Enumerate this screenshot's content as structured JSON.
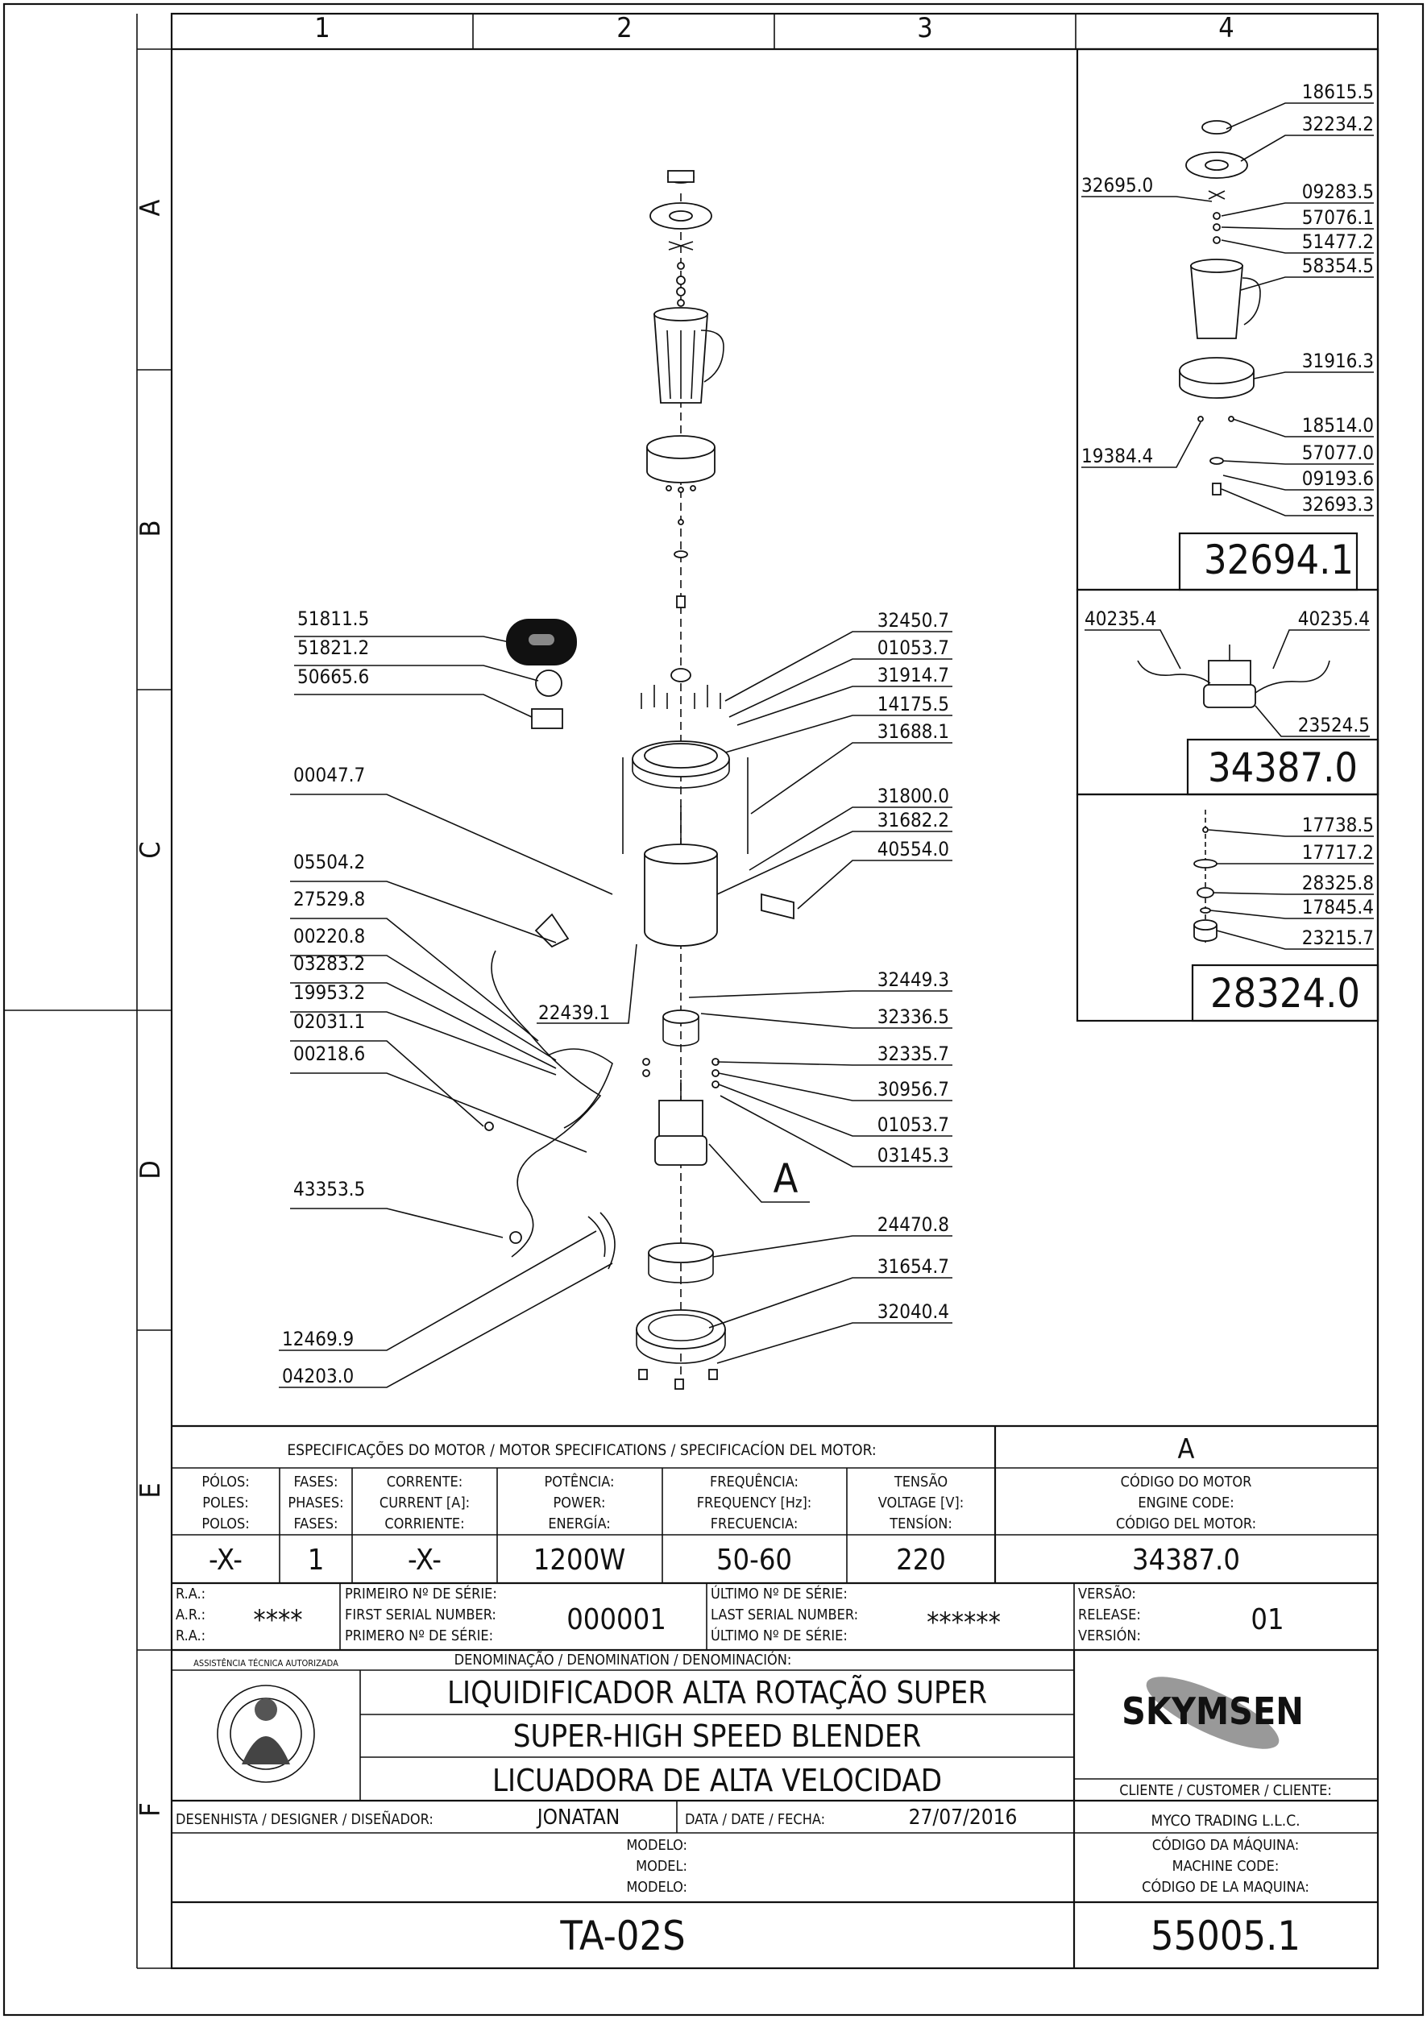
{
  "grid": {
    "columns": [
      "1",
      "2",
      "3",
      "4"
    ],
    "rows": [
      "A",
      "B",
      "C",
      "D",
      "E",
      "F"
    ]
  },
  "callouts_main": {
    "left": [
      "51811.5",
      "51821.2",
      "50665.6",
      "00047.7",
      "05504.2",
      "27529.8",
      "00220.8",
      "03283.2",
      "19953.2",
      "02031.1",
      "00218.6",
      "43353.5",
      "12469.9",
      "04203.0",
      "22439.1"
    ],
    "right": [
      "32450.7",
      "01053.7",
      "31914.7",
      "14175.5",
      "31688.1",
      "31800.0",
      "31682.2",
      "40554.0",
      "32449.3",
      "32336.5",
      "32335.7",
      "30956.7",
      "01053.7",
      "03145.3",
      "24470.8",
      "31654.7",
      "32040.4"
    ],
    "detail_letter": "A"
  },
  "detail_cup": {
    "callouts": [
      "18615.5",
      "32234.2",
      "32695.0",
      "09283.5",
      "57076.1",
      "51477.2",
      "58354.5",
      "31916.3",
      "18514.0",
      "19384.4",
      "57077.0",
      "09193.6",
      "32693.3"
    ],
    "code": "32694.1"
  },
  "detail_motor": {
    "callouts": [
      "40235.4",
      "40235.4",
      "23524.5"
    ],
    "code": "34387.0"
  },
  "detail_coupling": {
    "callouts": [
      "17738.5",
      "17717.2",
      "28325.8",
      "17845.4",
      "23215.7"
    ],
    "code": "28324.0"
  },
  "motor_spec": {
    "header": "ESPECIFICAÇÕES DO MOTOR / MOTOR SPECIFICATIONS / SPECIFICACÍON DEL MOTOR:",
    "letter": "A",
    "columns": [
      {
        "label": [
          "PÓLOS:",
          "POLES:",
          "POLOS:"
        ],
        "value": "-X-"
      },
      {
        "label": [
          "FASES:",
          "PHASES:",
          "FASES:"
        ],
        "value": "1"
      },
      {
        "label": [
          "CORRENTE:",
          "CURRENT [A]:",
          "CORRIENTE:"
        ],
        "value": "-X-"
      },
      {
        "label": [
          "POTÊNCIA:",
          "POWER:",
          "ENERGÍA:"
        ],
        "value": "1200W"
      },
      {
        "label": [
          "FREQUÊNCIA:",
          "FREQUENCY [Hz]:",
          "FRECUENCIA:"
        ],
        "value": "50-60"
      },
      {
        "label": [
          "TENSÃO",
          "VOLTAGE [V]:",
          "TENSÍON:"
        ],
        "value": "220"
      },
      {
        "label": [
          "CÓDIGO DO MOTOR",
          "ENGINE CODE:",
          "CÓDIGO DEL MOTOR:"
        ],
        "value": "34387.0"
      }
    ]
  },
  "serials": {
    "ra_labels": [
      "R.A.:",
      "A.R.:",
      "R.A.:"
    ],
    "ra_value": "****",
    "first_labels": [
      "PRIMEIRO Nº DE SÉRIE:",
      "FIRST SERIAL NUMBER:",
      "PRIMERO Nº DE SÉRIE:"
    ],
    "first_value": "000001",
    "last_labels": [
      "ÚLTIMO Nº DE SÉRIE:",
      "LAST SERIAL NUMBER:",
      "ÚLTIMO Nº DE SÉRIE:"
    ],
    "last_value": "******",
    "version_labels": [
      "VERSÃO:",
      "RELEASE:",
      "VERSIÓN:"
    ],
    "version_value": "01"
  },
  "title_block": {
    "denomination_label": "DENOMINAÇÃO / DENOMINATION / DENOMINACIÓN:",
    "names": [
      "LIQUIDIFICADOR ALTA ROTAÇÃO SUPER",
      "SUPER-HIGH SPEED BLENDER",
      "LICUADORA DE ALTA VELOCIDAD"
    ],
    "brand": "SKYMSEN",
    "seal_text": "ASSISTÊNCIA TÉCNICA AUTORIZADA",
    "designer_label": "DESENHISTA / DESIGNER / DISEÑADOR:",
    "designer": "JONATAN",
    "date_label": "DATA / DATE / FECHA:",
    "date": "27/07/2016",
    "customer_label": "CLIENTE / CUSTOMER / CLIENTE:",
    "customer": "MYCO TRADING L.L.C.",
    "model_labels": [
      "MODELO:",
      "MODEL:",
      "MODELO:"
    ],
    "model": "TA-02S",
    "machine_code_labels": [
      "CÓDIGO DA MÁQUINA:",
      "MACHINE CODE:",
      "CÓDIGO DE LA MAQUINA:"
    ],
    "machine_code": "55005.1"
  }
}
